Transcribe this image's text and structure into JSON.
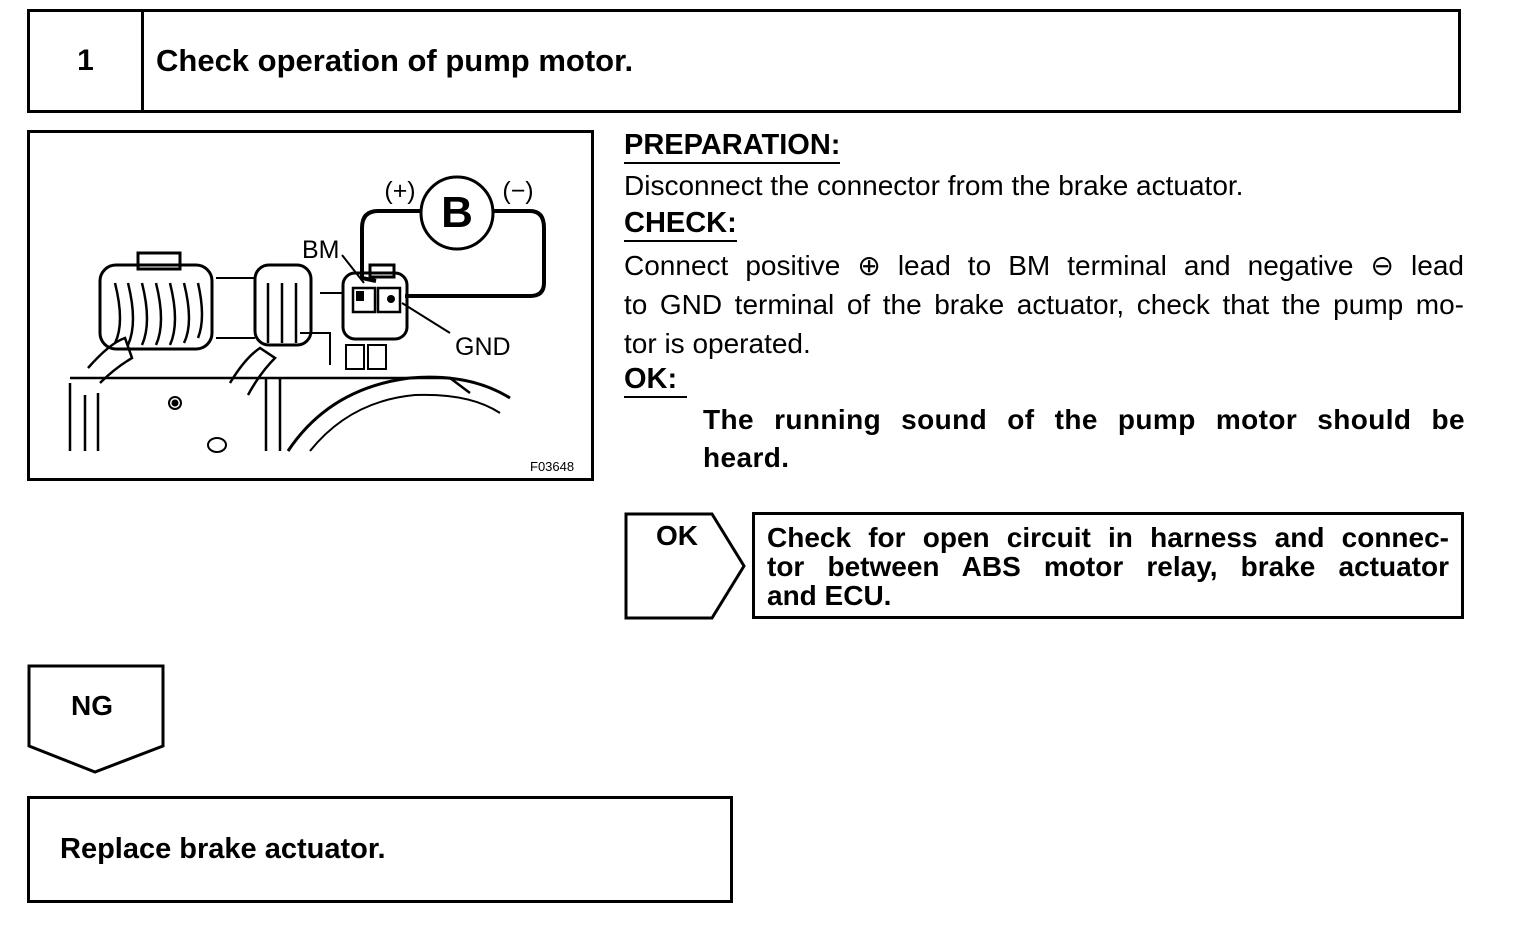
{
  "step": {
    "number": "1",
    "title": "Check operation of pump motor."
  },
  "figure": {
    "label_plus": "(+)",
    "label_minus": "(−)",
    "label_battery": "B",
    "label_bm": "BM",
    "label_gnd": "GND",
    "figure_code": "F03648"
  },
  "preparation": {
    "heading": "PREPARATION:",
    "text": "Disconnect the connector from the brake actuator."
  },
  "check": {
    "heading": "CHECK:",
    "line1": "Connect positive ⊕ lead to BM terminal and negative ⊖ lead",
    "line2": "to GND terminal of the brake actuator, check that the pump mo-",
    "line3": "tor is operated."
  },
  "ok": {
    "heading": "OK:",
    "line1": "The running sound of the pump motor should be",
    "line2": "heard."
  },
  "ok_branch": {
    "tag": "OK",
    "line1": "Check for open circuit in harness and connec-",
    "line2": "tor between ABS motor relay, brake actuator",
    "line3": "and ECU."
  },
  "ng_branch": {
    "tag": "NG",
    "action": "Replace brake actuator."
  }
}
